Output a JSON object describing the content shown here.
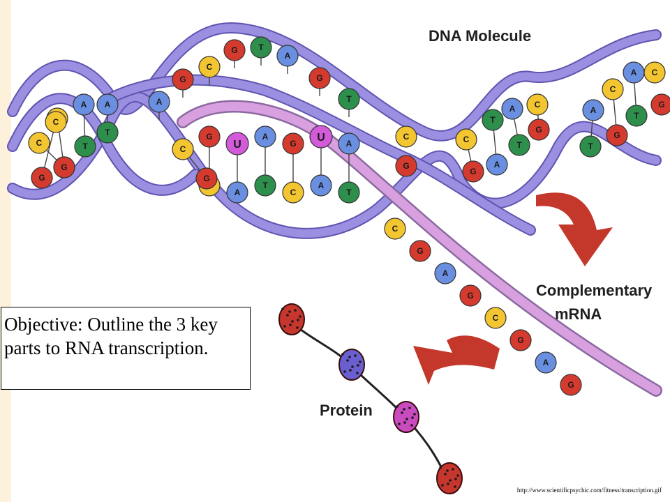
{
  "labels": {
    "dna": "DNA Molecule",
    "mrna_line1": "Complementary",
    "mrna_line2": "mRNA",
    "protein": "Protein"
  },
  "objective_text": "Objective: Outline the 3 key parts to RNA transcription.",
  "source_url": "http://www.scientificpsychic.com/fitness/transcription.gif",
  "base_pairs": {
    "helix_left": [
      {
        "top": "C",
        "bottom": "G"
      },
      {
        "top": "A",
        "bottom": "T"
      },
      {
        "top": "C",
        "bottom": "G"
      },
      {
        "top": "A",
        "bottom": "T"
      },
      {
        "top": "C",
        "bottom": "G"
      }
    ],
    "helix_mid": [
      {
        "top": "G",
        "bottom": "C"
      },
      {
        "top": "C",
        "bottom": "G"
      },
      {
        "top": "G",
        "bottom": "C"
      },
      {
        "top": "T",
        "bottom": "A"
      },
      {
        "top": "A",
        "bottom": "T"
      },
      {
        "top": "G",
        "bottom": "C"
      },
      {
        "top": "T",
        "bottom": "A"
      },
      {
        "top": "A",
        "bottom": "T"
      }
    ],
    "transcribed": [
      {
        "dna": "C",
        "rna": "G"
      },
      {
        "dna": "A",
        "rna": "U"
      },
      {
        "dna": "T",
        "rna": "A"
      },
      {
        "dna": "C",
        "rna": "G"
      },
      {
        "dna": "A",
        "rna": "U"
      },
      {
        "dna": "T",
        "rna": "A"
      }
    ],
    "helix_right": [
      {
        "top": "C",
        "bottom": "G"
      },
      {
        "top": "T",
        "bottom": "A"
      },
      {
        "top": "A",
        "bottom": "T"
      },
      {
        "top": "C",
        "bottom": "G"
      },
      {
        "top": "A",
        "bottom": "T"
      },
      {
        "top": "C",
        "bottom": "G"
      },
      {
        "top": "T",
        "bottom": "A"
      }
    ],
    "mrna_tail": [
      "C",
      "G",
      "A",
      "G",
      "C",
      "G",
      "A",
      "G"
    ]
  },
  "base_colors": {
    "A": "#6a8fe0",
    "C": "#f2c531",
    "G": "#d43b2e",
    "T": "#2e8f4c",
    "U": "#d35ad8"
  },
  "protein_bead_colors": [
    "#c7362d",
    "#6a5fd0",
    "#c94bbf",
    "#c7362d"
  ],
  "colors": {
    "backbone": "#9a8fe0",
    "backbone_edge": "#5f55b0",
    "mrna_strand": "#d9a0e0",
    "arrow": "#c4382c",
    "page_band": "#fdf1dc"
  }
}
